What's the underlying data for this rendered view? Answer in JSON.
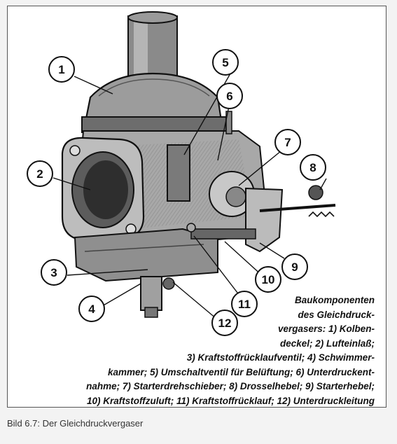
{
  "figure": {
    "callouts": [
      {
        "number": "1",
        "part": "Kolbendeckel"
      },
      {
        "number": "2",
        "part": "Lufteinlaß"
      },
      {
        "number": "3",
        "part": "Kraftstoffrücklaufventil"
      },
      {
        "number": "4",
        "part": "Schwimmerkammer"
      },
      {
        "number": "5",
        "part": "Umschaltventil für Belüftung"
      },
      {
        "number": "6",
        "part": "Unterdruckentnahme"
      },
      {
        "number": "7",
        "part": "Starterdrehschieber"
      },
      {
        "number": "8",
        "part": "Drosselhebel"
      },
      {
        "number": "9",
        "part": "Starterhebel"
      },
      {
        "number": "10",
        "part": "Kraftstoffzuluft"
      },
      {
        "number": "11",
        "part": "Kraftstoffrücklauf"
      },
      {
        "number": "12",
        "part": "Unterdruckleitung"
      }
    ],
    "legend_lines": [
      "Baukomponenten",
      "des Gleichdruck-",
      "vergasers: 1) Kolben-",
      "deckel; 2) Lufteinlaß;",
      "3) Kraftstoffrücklaufventil; 4) Schwimmer-",
      "kammer; 5) Umschaltventil für Belüftung; 6) Unterdruckent-",
      "nahme; 7) Starterdrehschieber; 8) Drosselhebel; 9) Starterhebel;",
      "10) Kraftstoffzuluft; 11) Kraftstoffrücklauf; 12) Unterdruckleitung"
    ]
  },
  "caption": "Bild 6.7: Der Gleichdruckvergaser"
}
